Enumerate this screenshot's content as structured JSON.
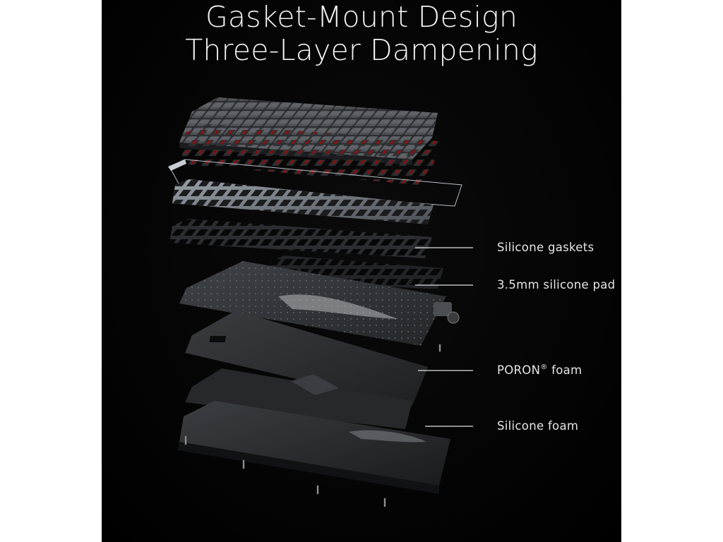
{
  "heading": {
    "line1": "Gasket-Mount Design",
    "line2": "Three-Layer Dampening"
  },
  "callouts": [
    {
      "label": "Silicone gaskets"
    },
    {
      "label": "3.5mm silicone pad"
    },
    {
      "label": "PORON",
      "mark": "®",
      "suffix": " foam"
    },
    {
      "label": "Silicone foam"
    }
  ],
  "colors": {
    "background": "#000000",
    "text": "#f0f0f0",
    "switch_accent": "#8a1010"
  }
}
